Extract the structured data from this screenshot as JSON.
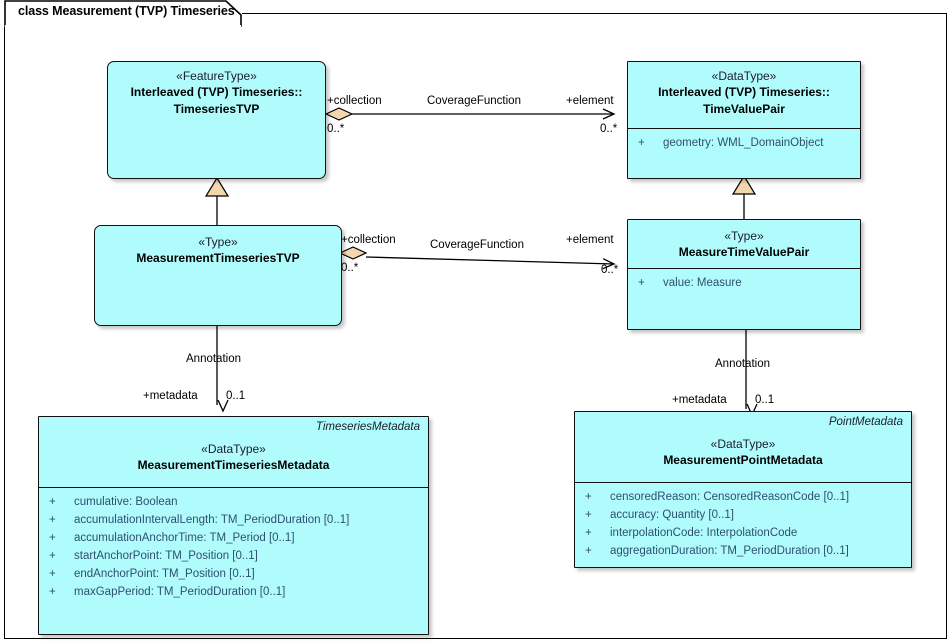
{
  "diagram": {
    "title": "class Measurement (TVP) Timeseries",
    "palette": {
      "class_fill": "#b0fcfc",
      "class_border": "#111111",
      "adornment_fill": "#f2d6ae",
      "attribute_text": "#2f4f6f",
      "line": "#000000",
      "background": "#ffffff"
    }
  },
  "classes": {
    "timeseries_tvp": {
      "stereotype": "«FeatureType»",
      "name_line1": "Interleaved (TVP) Timeseries::",
      "name_line2": "TimeseriesTVP",
      "corner_tag": "",
      "attributes": []
    },
    "time_value_pair": {
      "stereotype": "«DataType»",
      "name_line1": "Interleaved (TVP) Timeseries::",
      "name_line2": "TimeValuePair",
      "corner_tag": "",
      "attributes": [
        {
          "visibility": "+",
          "signature": "geometry: WML_DomainObject"
        }
      ]
    },
    "measurement_timeseries_tvp": {
      "stereotype": "«Type»",
      "name_line1": "MeasurementTimeseriesTVP",
      "name_line2": "",
      "corner_tag": "",
      "attributes": []
    },
    "measure_time_value_pair": {
      "stereotype": "«Type»",
      "name_line1": "MeasureTimeValuePair",
      "name_line2": "",
      "corner_tag": "",
      "attributes": [
        {
          "visibility": "+",
          "signature": "value: Measure"
        }
      ]
    },
    "measurement_timeseries_metadata": {
      "stereotype": "«DataType»",
      "name_line1": "MeasurementTimeseriesMetadata",
      "name_line2": "",
      "corner_tag": "TimeseriesMetadata",
      "attributes": [
        {
          "visibility": "+",
          "signature": "cumulative: Boolean"
        },
        {
          "visibility": "+",
          "signature": "accumulationIntervalLength: TM_PeriodDuration [0..1]"
        },
        {
          "visibility": "+",
          "signature": "accumulationAnchorTime: TM_Period [0..1]"
        },
        {
          "visibility": "+",
          "signature": "startAnchorPoint: TM_Position [0..1]"
        },
        {
          "visibility": "+",
          "signature": "endAnchorPoint: TM_Position [0..1]"
        },
        {
          "visibility": "+",
          "signature": "maxGapPeriod: TM_PeriodDuration [0..1]"
        }
      ]
    },
    "measurement_point_metadata": {
      "stereotype": "«DataType»",
      "name_line1": "MeasurementPointMetadata",
      "name_line2": "",
      "corner_tag": "PointMetadata",
      "attributes": [
        {
          "visibility": "+",
          "signature": "censoredReason: CensoredReasonCode [0..1]"
        },
        {
          "visibility": "+",
          "signature": "accuracy: Quantity [0..1]"
        },
        {
          "visibility": "+",
          "signature": "interpolationCode: InterpolationCode"
        },
        {
          "visibility": "+",
          "signature": "aggregationDuration: TM_PeriodDuration [0..1]"
        }
      ]
    }
  },
  "connectors": {
    "coverage_top": {
      "name": "CoverageFunction",
      "source_role": "+collection",
      "source_mult": "0..*",
      "target_role": "+element",
      "target_mult": "0..*"
    },
    "coverage_bottom": {
      "name": "CoverageFunction",
      "source_role": "+collection",
      "source_mult": "0..*",
      "target_role": "+element",
      "target_mult": "0..*"
    },
    "annotation_left": {
      "name": "Annotation",
      "target_role": "+metadata",
      "target_mult": "0..1"
    },
    "annotation_right": {
      "name": "Annotation",
      "target_role": "+metadata",
      "target_mult": "0..1"
    }
  }
}
